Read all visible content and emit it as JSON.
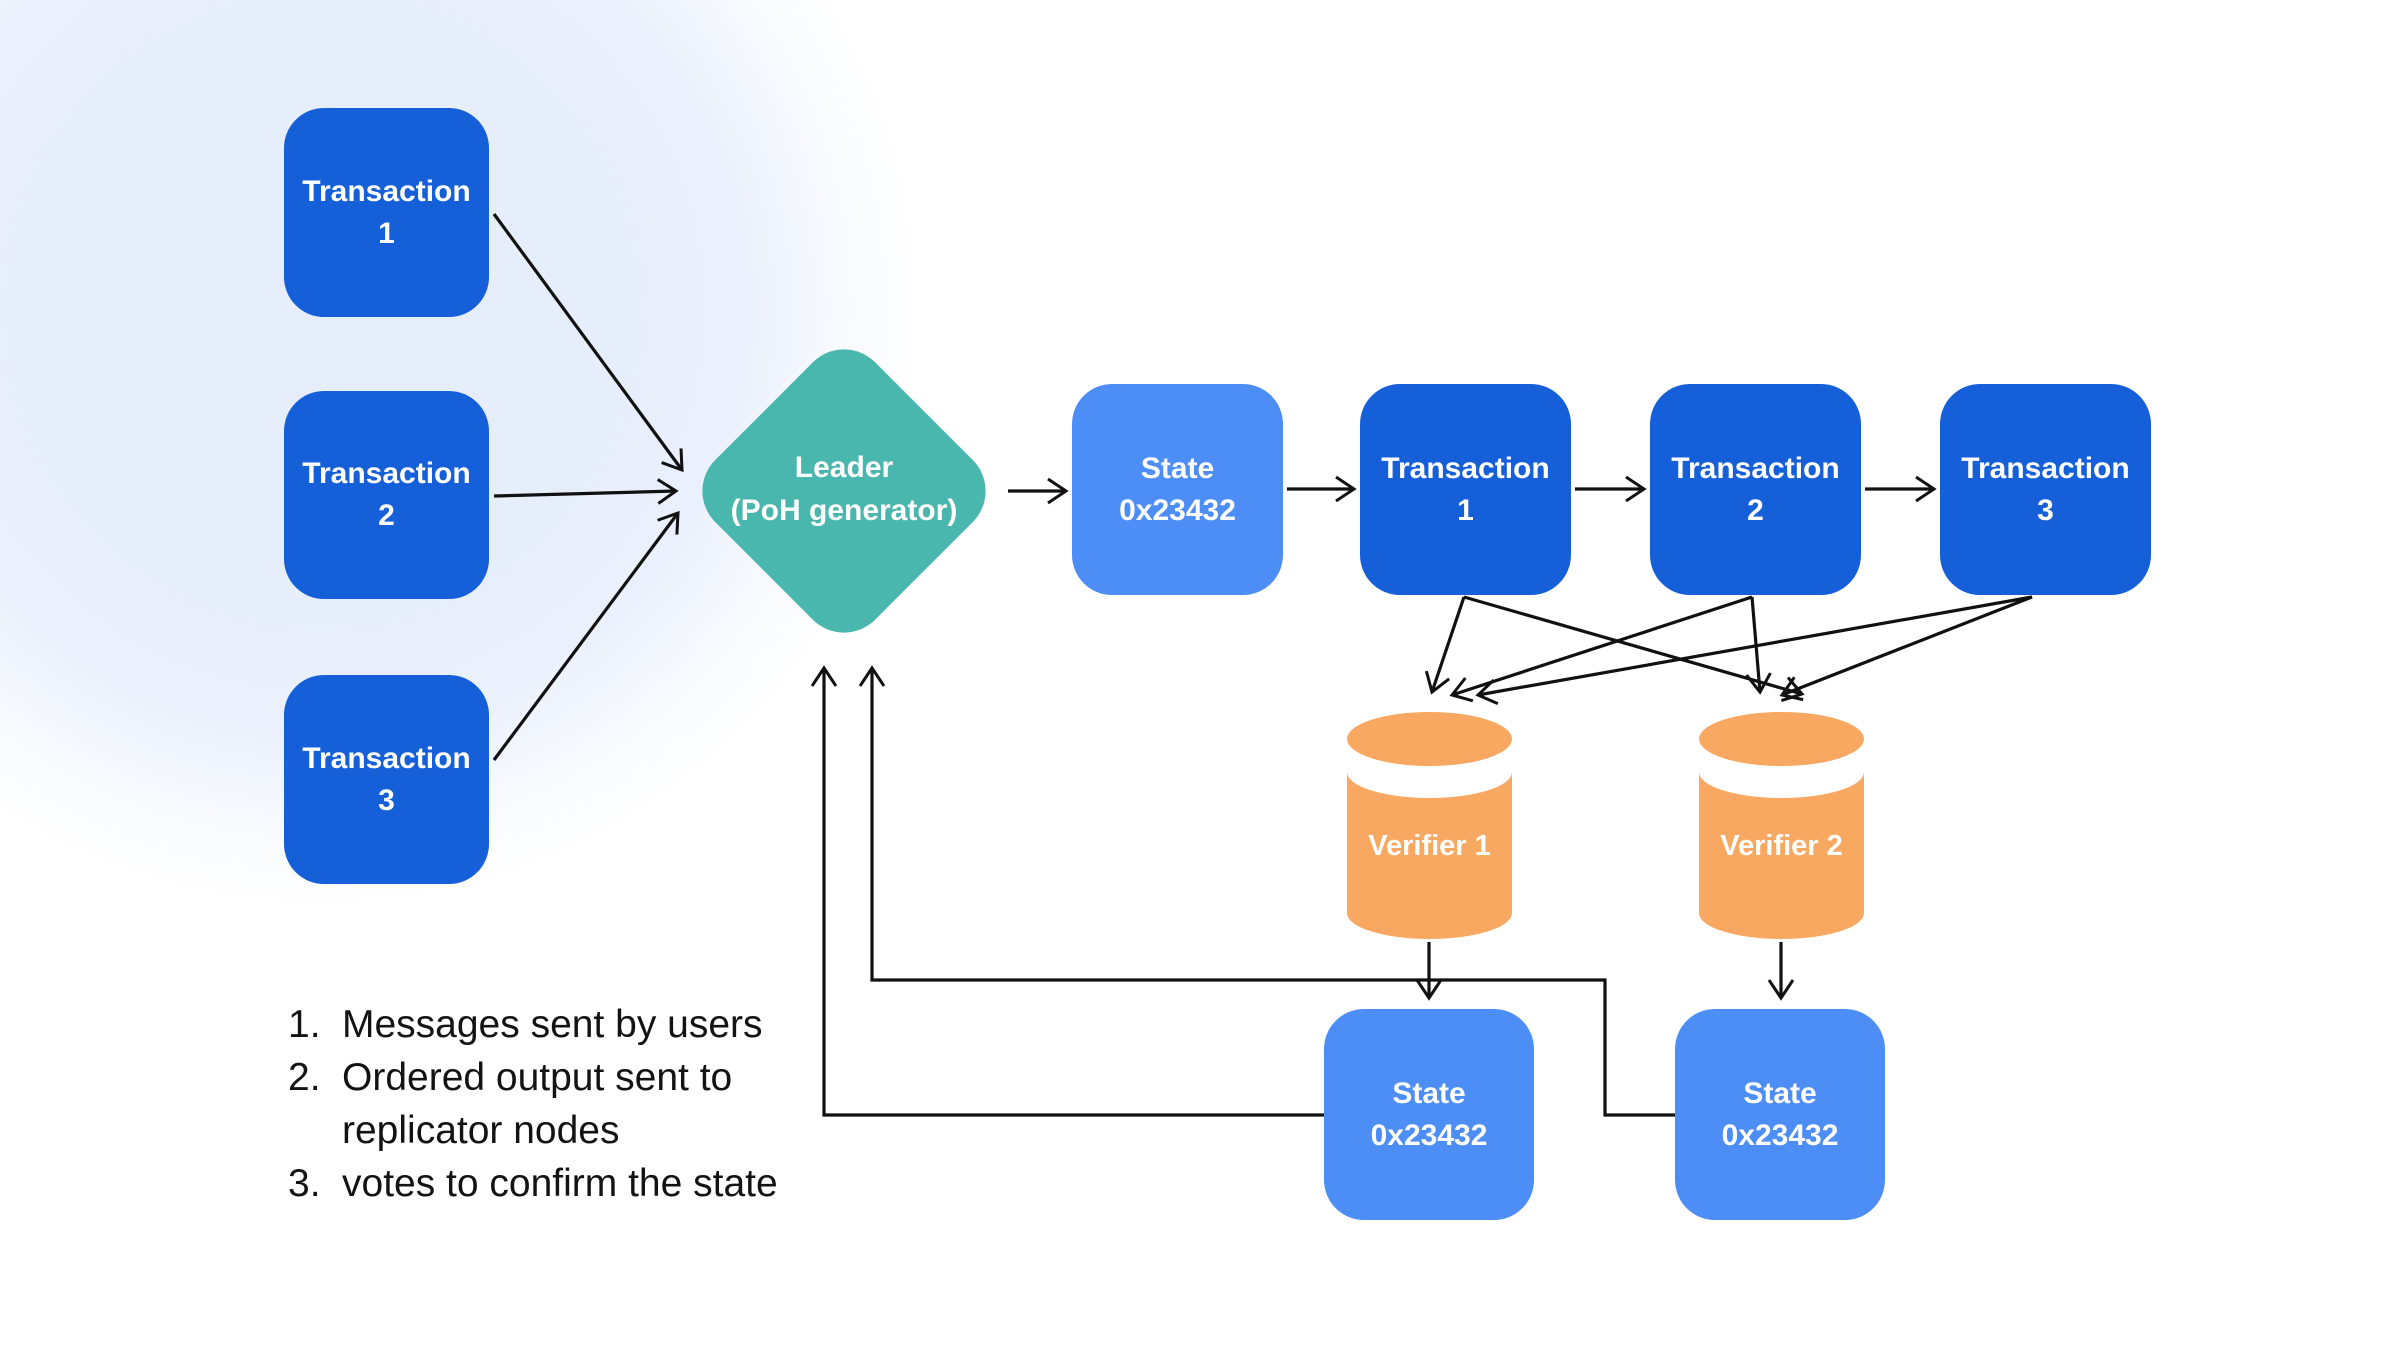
{
  "colors": {
    "transaction_box": "#155FD9",
    "state_box": "#4D8DF6",
    "leader_diamond": "#4AB7AE",
    "verifier_cylinder": "#F9A861",
    "connector": "#111111",
    "label_text": "#FFFFFF",
    "legend_text": "#131316",
    "background_blob": "#E7EEFB"
  },
  "nodes": {
    "left_transactions": [
      {
        "line1": "Transaction",
        "line2": "1"
      },
      {
        "line1": "Transaction",
        "line2": "2"
      },
      {
        "line1": "Transaction",
        "line2": "3"
      }
    ],
    "leader": {
      "line1": "Leader",
      "line2": "(PoH generator)"
    },
    "state_after_leader": {
      "line1": "State",
      "line2": "0x23432"
    },
    "chain_transactions": [
      {
        "line1": "Transaction",
        "line2": "1"
      },
      {
        "line1": "Transaction",
        "line2": "2"
      },
      {
        "line1": "Transaction",
        "line2": "3"
      }
    ],
    "verifiers": [
      {
        "label": "Verifier 1"
      },
      {
        "label": "Verifier 2"
      }
    ],
    "verifier_states": [
      {
        "line1": "State",
        "line2": "0x23432"
      },
      {
        "line1": "State",
        "line2": "0x23432"
      }
    ]
  },
  "legend": {
    "items": [
      {
        "number": "1.",
        "text": "Messages sent by users"
      },
      {
        "number": "2.",
        "text": "Ordered output sent to replicator nodes"
      },
      {
        "number": "3.",
        "text": "votes to confirm the state"
      }
    ]
  }
}
